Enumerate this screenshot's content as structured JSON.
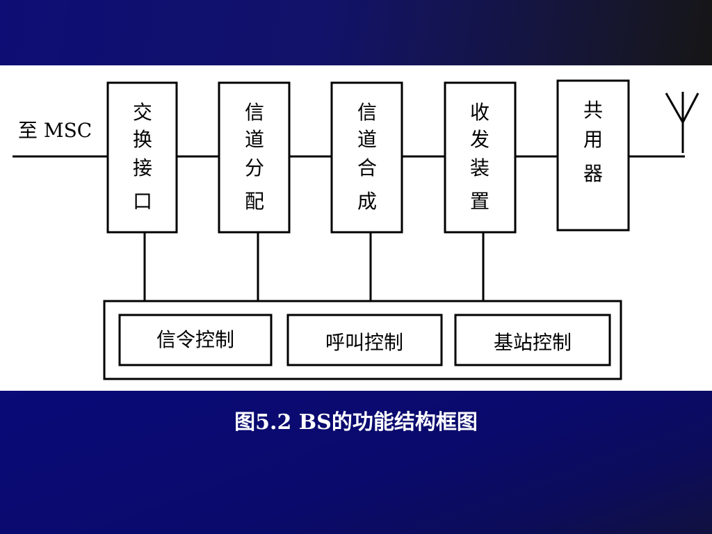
{
  "diagram": {
    "input_label": "至 MSC",
    "blocks": [
      {
        "chars": [
          "交",
          "换",
          "接",
          "口"
        ]
      },
      {
        "chars": [
          "信",
          "道",
          "分",
          "配"
        ]
      },
      {
        "chars": [
          "信",
          "道",
          "合",
          "成"
        ]
      },
      {
        "chars": [
          "收",
          "发",
          "装",
          "置"
        ]
      },
      {
        "chars": [
          "共",
          "用",
          "器"
        ]
      }
    ],
    "control_blocks": [
      "信令控制",
      "呼叫控制",
      "基站控制"
    ]
  },
  "caption": "图5.2  BS的功能结构框图"
}
